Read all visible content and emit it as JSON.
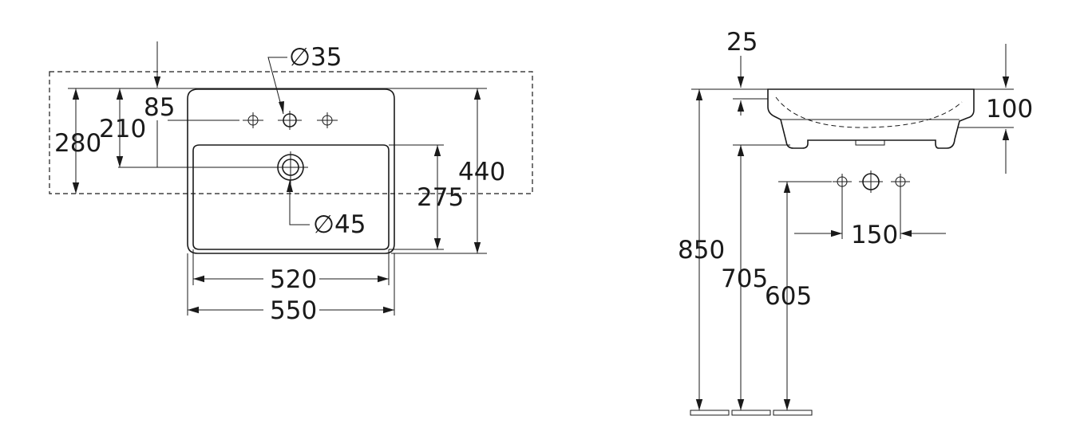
{
  "top_view": {
    "dim_diameter_35": "∅35",
    "dim_85": "85",
    "dim_210": "210",
    "dim_280": "280",
    "dim_440": "440",
    "dim_275": "275",
    "dim_diameter_45": "∅45",
    "dim_520": "520",
    "dim_550": "550"
  },
  "side_view": {
    "dim_25": "25",
    "dim_100": "100",
    "dim_150": "150",
    "dim_850": "850",
    "dim_705": "705",
    "dim_605": "605"
  }
}
